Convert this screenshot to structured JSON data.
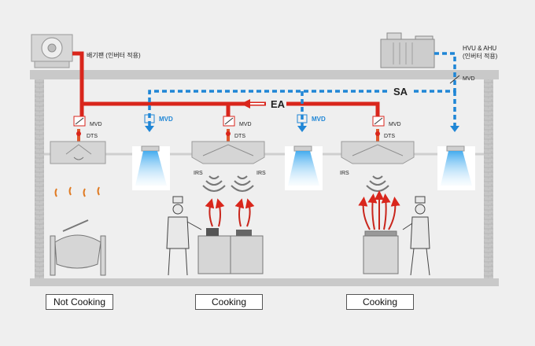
{
  "labels": {
    "exhaust_fan": "배기팬 (인버터 적용)",
    "hvu_ahu_line1": "HVU & AHU",
    "hvu_ahu_line2": "(인버터 적용)",
    "mvd": "MVD",
    "dts": "DTS",
    "irs": "IRS",
    "ea": "EA",
    "sa": "SA"
  },
  "zones": [
    {
      "label": "Not Cooking"
    },
    {
      "label": "Cooking"
    },
    {
      "label": "Cooking"
    }
  ],
  "colors": {
    "exhaust": "#d9261c",
    "supply": "#1f86d6",
    "building": "#c9c9c9",
    "equipment": "#d2d2d2"
  }
}
